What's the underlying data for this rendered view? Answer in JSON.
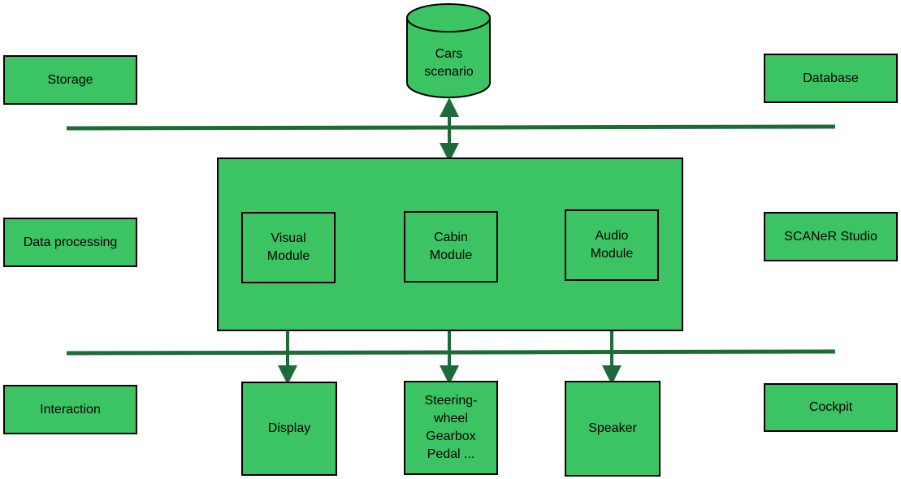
{
  "layers": {
    "storage": "Storage",
    "data_processing": "Data processing",
    "interaction": "Interaction"
  },
  "components": {
    "database": "Database",
    "scaner_studio": "SCANeR Studio",
    "cockpit": "Cockpit"
  },
  "storage": {
    "cylinder_label": "Cars\nscenario"
  },
  "modules": {
    "visual": "Visual\nModule",
    "cabin": "Cabin\nModule",
    "audio": "Audio\nModule"
  },
  "devices": {
    "display": "Display",
    "steering": "Steering-\nwheel\nGearbox\nPedal ...",
    "speaker": "Speaker"
  },
  "colors": {
    "box_fill": "#3cc464",
    "line": "#1e6b3a",
    "border": "#000000"
  }
}
